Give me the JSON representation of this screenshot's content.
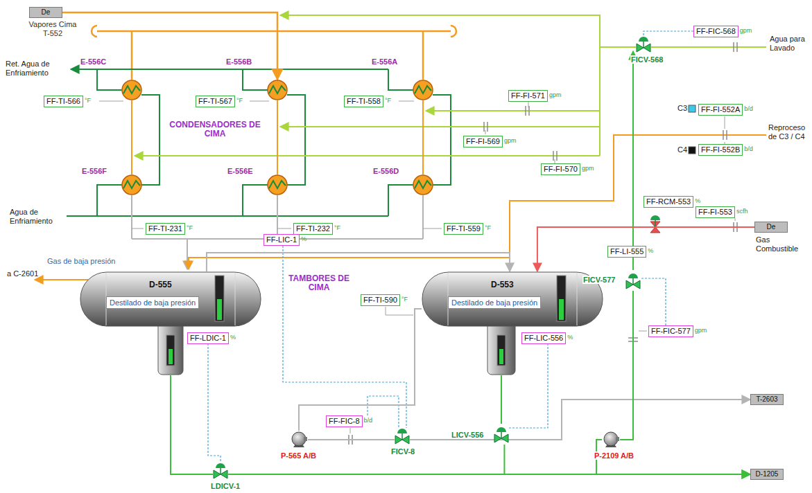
{
  "diagram": {
    "nodes": [
      {
        "text": [
          "De"
        ]
      },
      {
        "text": [
          "E-556C"
        ]
      },
      {
        "text": [
          "E-556B"
        ]
      },
      {
        "text": [
          "E-556A"
        ]
      },
      {
        "text": [
          "E-556F"
        ]
      },
      {
        "text": [
          "E-556E"
        ]
      },
      {
        "text": [
          "E-556D"
        ]
      },
      {
        "text": [
          "FF-TI-566",
          "°F"
        ]
      },
      {
        "text": [
          "FF-TI-567",
          "°F"
        ]
      },
      {
        "text": [
          "FF-TI-558",
          "°F"
        ]
      },
      {
        "text": [
          "FF-FI-571",
          "gpm"
        ]
      },
      {
        "text": [
          "FF-FIC-568",
          "gpm"
        ]
      },
      {
        "text": [
          "FICV-568"
        ]
      },
      {
        "text": [
          "FF-FI-569",
          "gpm"
        ]
      },
      {
        "text": [
          "FF-FI-570",
          "gpm"
        ]
      },
      {
        "text": [
          "FF-FI-552A",
          "b/d"
        ]
      },
      {
        "text": [
          "FF-FI-552B",
          "b/d"
        ]
      },
      {
        "text": [
          "FF-TI-231",
          "°F"
        ]
      },
      {
        "text": [
          "FF-TI-232",
          "°F"
        ]
      },
      {
        "text": [
          "FF-TI-559",
          "°F"
        ]
      },
      {
        "text": [
          "FF-RCM-553",
          "%"
        ]
      },
      {
        "text": [
          "FF-FI-553",
          "scfh"
        ]
      },
      {
        "text": [
          "De"
        ]
      },
      {
        "text": [
          "D-555",
          "Destilado de baja presión"
        ]
      },
      {
        "text": [
          "FF-LIC-1",
          "%"
        ]
      },
      {
        "text": [
          "D-553",
          "Destilado de baja presión"
        ]
      },
      {
        "text": [
          "FF-LI-555",
          "%"
        ]
      },
      {
        "text": [
          "FF-LDIC-1",
          "%"
        ]
      },
      {
        "text": [
          "FF-TI-590",
          "°F"
        ]
      },
      {
        "text": [
          "FF-LIC-556",
          "%"
        ]
      },
      {
        "text": [
          "FICV-577"
        ]
      },
      {
        "text": [
          "FF-FIC-577",
          "gpm"
        ]
      },
      {
        "text": [
          "FF-FIC-8",
          "b/d"
        ]
      },
      {
        "text": [
          "P-565 A/B"
        ]
      },
      {
        "text": [
          "FICV-8"
        ]
      },
      {
        "text": [
          "LICV-556"
        ]
      },
      {
        "text": [
          "T-2603"
        ]
      },
      {
        "text": [
          "P-2109 A/B"
        ]
      },
      {
        "text": [
          "LDICV-1"
        ]
      },
      {
        "text": [
          "D-1205"
        ]
      }
    ],
    "edges": [
      {
        "from": 0,
        "to": 2,
        "arrow": "to"
      },
      {
        "from": 1,
        "to": 4,
        "arrow": "none"
      },
      {
        "from": 2,
        "to": 5,
        "arrow": "none"
      },
      {
        "from": 3,
        "to": 6,
        "arrow": "none"
      },
      {
        "from": 23,
        "to": 25,
        "arrow": "to"
      },
      {
        "from": 23,
        "to": 38,
        "arrow": "none"
      },
      {
        "from": 38,
        "to": 39,
        "arrow": "to"
      },
      {
        "from": 25,
        "to": 35,
        "arrow": "none"
      },
      {
        "from": 35,
        "to": 39,
        "arrow": "to"
      },
      {
        "from": 25,
        "to": 33,
        "arrow": "none"
      },
      {
        "from": 33,
        "to": 34,
        "arrow": "none"
      },
      {
        "from": 34,
        "to": 36,
        "arrow": "to"
      },
      {
        "from": 37,
        "to": 30,
        "arrow": "none"
      },
      {
        "from": 22,
        "to": 25,
        "arrow": "to"
      }
    ],
    "labels": [
      "Vapores Cima T-552",
      "Ret. Agua de Enfriamiento",
      "Agua de Enfriamiento",
      "CONDENSADORES DE CIMA",
      "Agua para Lavado",
      "C3",
      "C4",
      "Reproceso de C3 / C4",
      "Gas Combustible",
      "Gas de baja presión",
      "a C-2601",
      "TAMBORES DE CIMA"
    ]
  }
}
